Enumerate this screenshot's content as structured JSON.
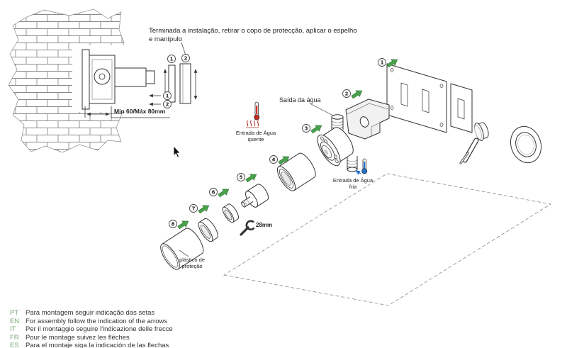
{
  "top_instruction": "Terminada a instalação, retirar o copo de protecção, aplicar o espelho e manípulo",
  "dimension": {
    "label": "Min 60/Máx 80mm"
  },
  "steps": [
    "1",
    "2",
    "3",
    "4",
    "5",
    "6",
    "7",
    "8"
  ],
  "labels": {
    "water_outlet": "Saída da água",
    "hot_inlet": "Entrada de Água quente",
    "cold_inlet": "Entrada de Água fria",
    "wrench": "28mm",
    "protection": "plástico de proteção"
  },
  "footer": [
    {
      "code": "PT",
      "text": "Para montagem seguir indicação das setas"
    },
    {
      "code": "EN",
      "text": "For assembly follow the indication of the arrows"
    },
    {
      "code": "IT",
      "text": "Per il montaggio seguire l'indicazione delle frecce"
    },
    {
      "code": "FR",
      "text": "Pour le montage suivez les flèches"
    },
    {
      "code": "ES",
      "text": "Para el montaje siga la indicación de las flechas"
    }
  ],
  "colors": {
    "arrow_green": "#4aa14c",
    "hot_red": "#cc2a1e",
    "cold_blue": "#1f6fd0",
    "code_green": "#7aa77a",
    "line_dark": "#333333"
  }
}
